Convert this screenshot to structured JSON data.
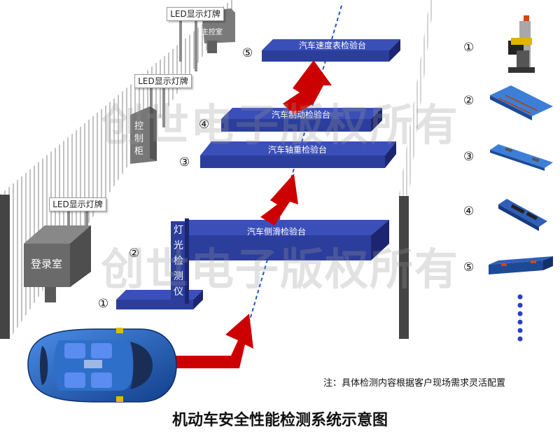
{
  "diagram": {
    "title": "机动车安全性能检测系统示意图",
    "note": "注：具体检测内容根据客户现场需求灵活配置",
    "watermark": "创世电子版权所有",
    "led_sign_label": "LED显示灯牌",
    "main_control_room": "主控室",
    "control_cabinet": "控制柜",
    "registration_room": "登录室",
    "headlight_tester": "灯光检测仪",
    "stations": [
      {
        "marker": "⑤",
        "name": "汽车速度表检验台"
      },
      {
        "marker": "④",
        "name": "汽车制动检验台"
      },
      {
        "marker": "③",
        "name": "汽车轴重检验台"
      },
      {
        "marker": "②",
        "name": "汽车侧滑检验台"
      },
      {
        "marker": "①",
        "name": ""
      }
    ],
    "legend_markers": [
      "①",
      "②",
      "③",
      "④",
      "⑤"
    ],
    "legend_icons": [
      "headlight-tester-icon",
      "sideslip-plate-icon",
      "axle-weight-plate-icon",
      "brake-roller-icon",
      "speedometer-roller-icon"
    ],
    "colors": {
      "plate_blue": "#2c3e9c",
      "plate_dark": "#1c2670",
      "arrow_red": "#cc0000",
      "car_blue": "#1e5fb8",
      "room_gray": "#6f6f6f"
    }
  }
}
